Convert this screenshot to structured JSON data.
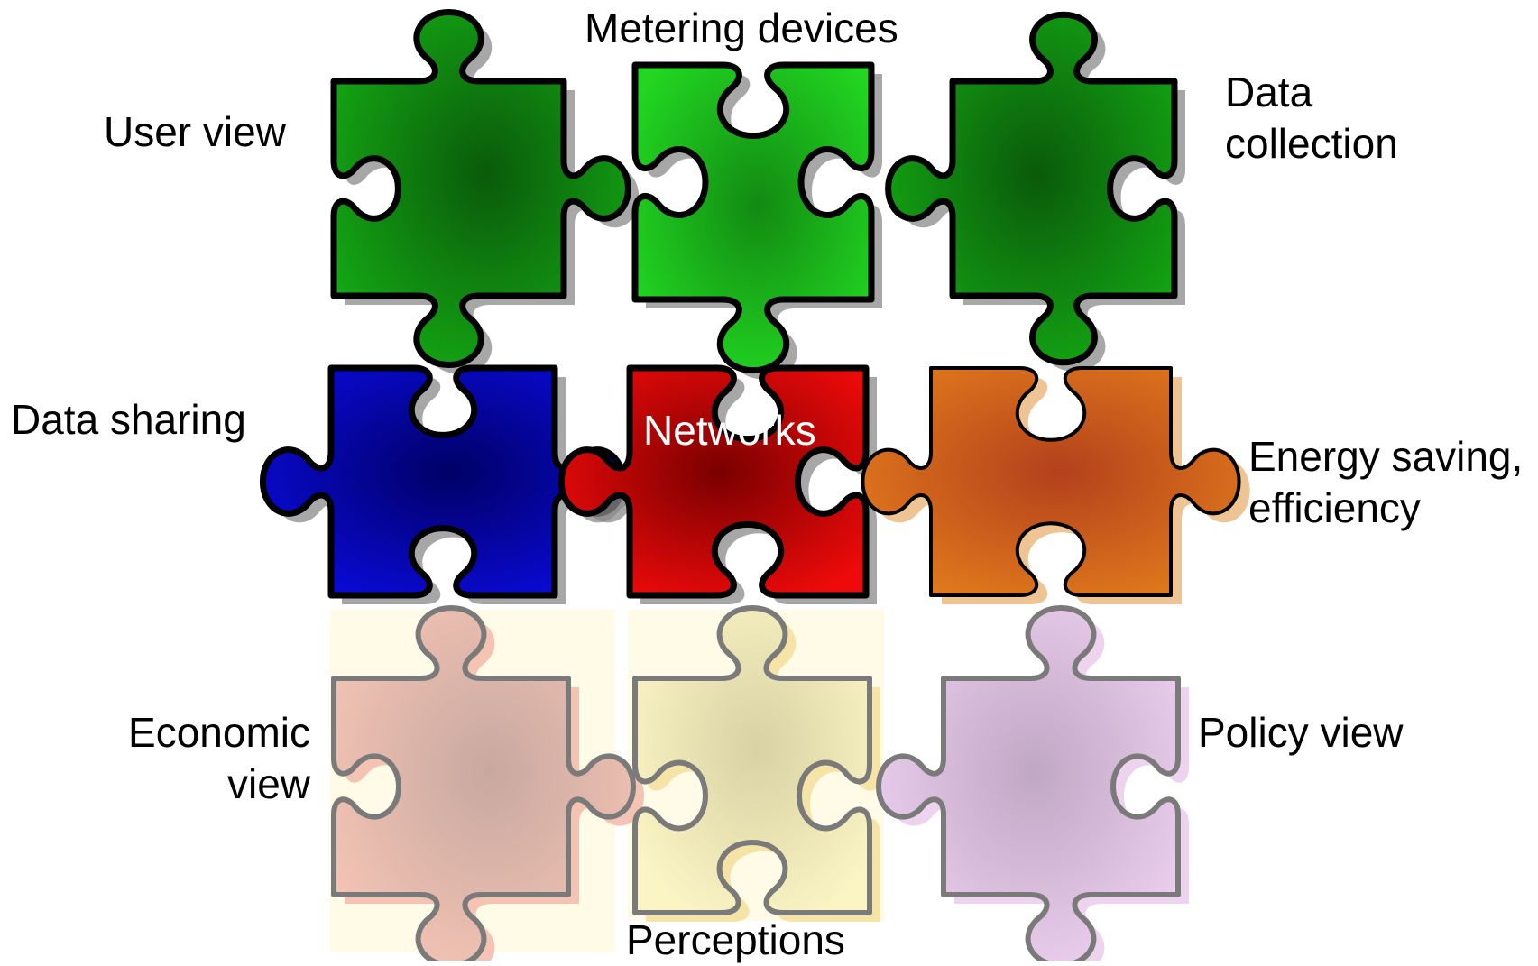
{
  "labels": {
    "metering_devices": "Metering devices",
    "user_view": "User view",
    "data_collection_line1": "Data",
    "data_collection_line2": "collection",
    "data_sharing": "Data sharing",
    "networks": "Networks",
    "energy_saving_line1": "Energy saving,",
    "energy_saving_line2": "efficiency",
    "economic_view_line1": "Economic",
    "economic_view_line2": "view",
    "policy_view": "Policy view",
    "perceptions": "Perceptions"
  },
  "pieces": {
    "user_view": {
      "fill": "#14a814",
      "center": "#0a5a0a",
      "stroke": "#000000",
      "shadow": "#8a8a8a"
    },
    "metering_devices": {
      "fill": "#22d722",
      "center": "#128a12",
      "stroke": "#000000",
      "shadow": "#8a8a8a"
    },
    "data_collection": {
      "fill": "#14a814",
      "center": "#0a5a0a",
      "stroke": "#000000",
      "shadow": "#8a8a8a"
    },
    "data_sharing": {
      "fill": "#0a0ad8",
      "center": "#000066",
      "stroke": "#000000",
      "shadow": "#8a8a8a"
    },
    "networks": {
      "fill": "#ee0a0a",
      "center": "#7a0000",
      "stroke": "#000000",
      "shadow": "#8a8a8a"
    },
    "energy_saving": {
      "fill": "#e07a1c",
      "center": "#b4401c",
      "stroke": "#000000",
      "shadow": "#e8b070"
    },
    "economic_view": {
      "fill": "#f4c4b4",
      "center": "#c8a8a0",
      "stroke": "#7a7a7a",
      "shadow": "#f2b0a0"
    },
    "perceptions": {
      "fill": "#fbf5c4",
      "center": "#d8d2a4",
      "stroke": "#7a7a7a",
      "shadow": "#f2dc90"
    },
    "policy_view": {
      "fill": "#eed0f0",
      "center": "#c0a8c4",
      "stroke": "#7a7a7a",
      "shadow": "#e8c4e8"
    }
  },
  "backgrounds": {
    "pale_panel": "#fffbe6"
  }
}
